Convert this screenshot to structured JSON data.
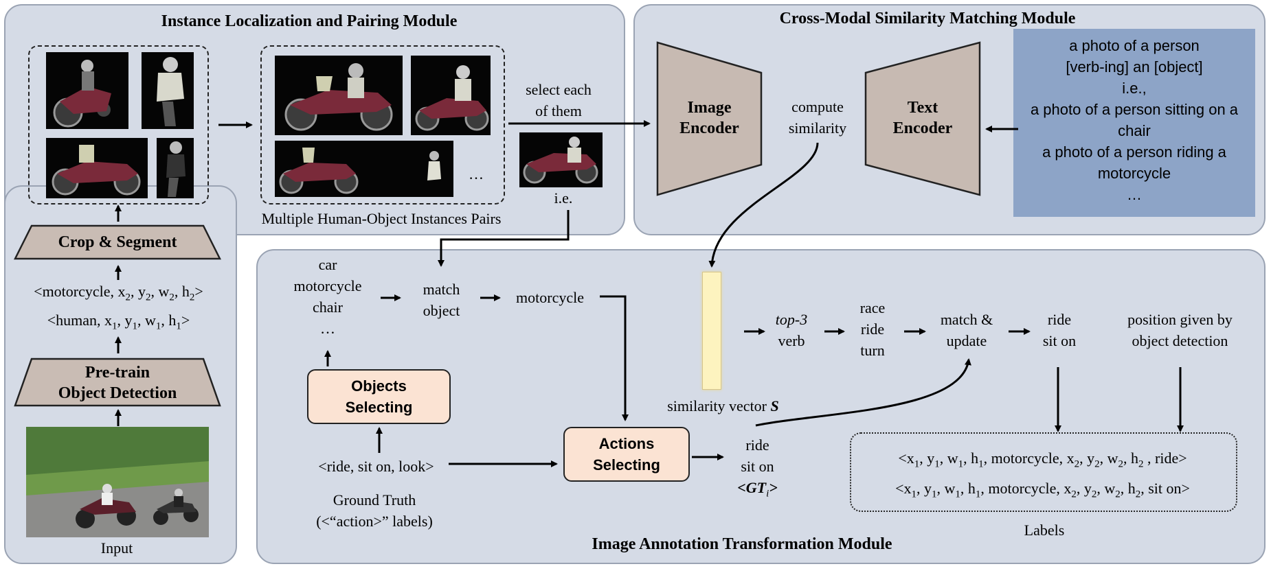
{
  "modules": {
    "localization": "Instance Localization and Pairing Module",
    "similarity": "Cross-Modal Similarity Matching Module",
    "annotation": "Image Annotation Transformation Module"
  },
  "left_column": {
    "crop_segment": "Crop & Segment",
    "motorcycle_box": "<motorcycle, x2, y2, w2, h2>",
    "human_box": "<human, x1, y1, w1, h1>",
    "pretrain_line1": "Pre-train",
    "pretrain_line2": "Object Detection",
    "input_label": "Input"
  },
  "pairs": {
    "caption": "Multiple Human-Object Instances Pairs",
    "ellipsis": "…",
    "select_line1": "select each",
    "select_line2": "of them",
    "ie": "i.e."
  },
  "encoders": {
    "image_line1": "Image",
    "image_line2": "Encoder",
    "text_line1": "Text",
    "text_line2": "Encoder",
    "compute_line1": "compute",
    "compute_line2": "similarity"
  },
  "prompts": [
    "a photo of a person",
    "[verb-ing] an [object]",
    "i.e.,",
    "a photo of a person sitting on a",
    "chair",
    "a photo of a person riding a",
    "motorcycle",
    "…"
  ],
  "objects": {
    "candidates": [
      "car",
      "motorcycle",
      "chair",
      "…"
    ],
    "match_line1": "match",
    "match_line2": "object",
    "matched": "motorcycle",
    "selecting_line1": "Objects",
    "selecting_line2": "Selecting"
  },
  "actions": {
    "gt_tuple": "<ride, sit on, look>",
    "gt_line1": "Ground Truth",
    "gt_line2": "(<“action>” labels)",
    "selecting_line1": "Actions",
    "selecting_line2": "Selecting",
    "out_line1": "ride",
    "out_line2": "sit on",
    "out_gt": "<GTi>"
  },
  "verbs": {
    "sim_vector": "similarity vector S",
    "top3_line1": "top-3",
    "top3_line2": "verb",
    "list": [
      "race",
      "ride",
      "turn"
    ],
    "update_line1": "match &",
    "update_line2": "update",
    "result": [
      "ride",
      "sit on"
    ],
    "position_line1": "position given by",
    "position_line2": "object detection"
  },
  "labels": {
    "row1": "<x1, y1, w1, h1, motorcycle, x2, y2, w2, h2 , ride>",
    "row2": "<x1, y1, w1, h1, motorcycle, x2, y2, w2, h2, sit on>",
    "caption": "Labels"
  },
  "colors": {
    "panel": "#d5dbe6",
    "trapezoid": "#c9bcb4",
    "encoder": "#c7bab2",
    "prompt_box": "#8da4c7",
    "orange_box": "#fbe3d3",
    "similarity_bar": "#fdf3bf"
  }
}
